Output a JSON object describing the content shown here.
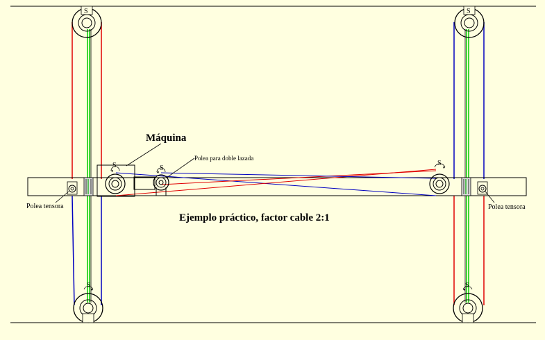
{
  "diagram": {
    "title": "Ejemplo práctico, factor cable 2:1",
    "labels": {
      "machine": "Máquina",
      "double_wrap_pulley": "Polea para doble lazada",
      "tension_pulley_left": "Polea tensora",
      "tension_pulley_right": "Polea tensora"
    },
    "pulley_marker": "S",
    "colors": {
      "background": "#ffffe0",
      "red_cable": "#e00000",
      "blue_cable": "#0000c0",
      "green_cable": "#00cc00",
      "structure": "#000000"
    }
  }
}
